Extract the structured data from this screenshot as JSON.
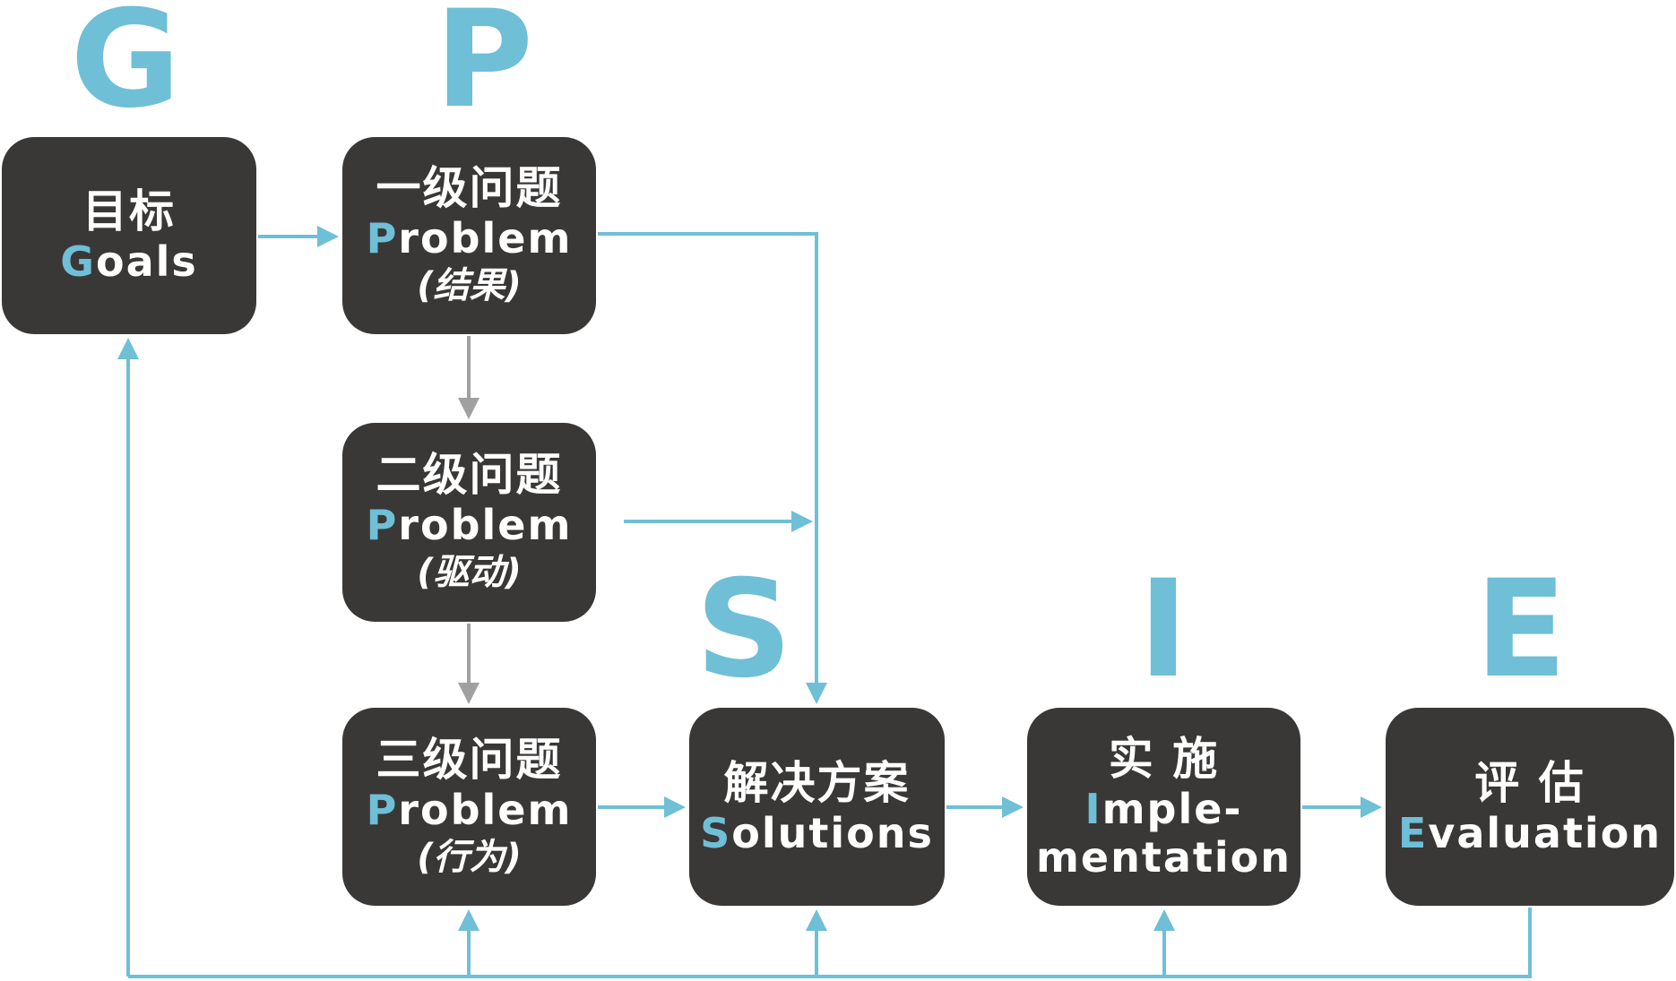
{
  "colors": {
    "accent": "#6fbfd6",
    "box": "#393837",
    "gray_arrow": "#a0a0a0",
    "text": "#ffffff"
  },
  "letters": {
    "g": "G",
    "p": "P",
    "s": "S",
    "i": "I",
    "e": "E"
  },
  "nodes": {
    "goals": {
      "cn": "目标",
      "en_first": "G",
      "en_rest": "oals"
    },
    "problem1": {
      "cn": "一级问题",
      "en_first": "P",
      "en_rest": "roblem",
      "sub": "(结果)"
    },
    "problem2": {
      "cn": "二级问题",
      "en_first": "P",
      "en_rest": "roblem",
      "sub": "(驱动)"
    },
    "problem3": {
      "cn": "三级问题",
      "en_first": "P",
      "en_rest": "roblem",
      "sub": "(行为)"
    },
    "solutions": {
      "cn": "解决方案",
      "en_first": "S",
      "en_rest": "olutions"
    },
    "implementation": {
      "cn": "实 施",
      "en_first": "I",
      "en_rest": "mple-",
      "en_line2": "mentation"
    },
    "evaluation": {
      "cn": "评 估",
      "en_first": "E",
      "en_rest": "valuation"
    }
  }
}
